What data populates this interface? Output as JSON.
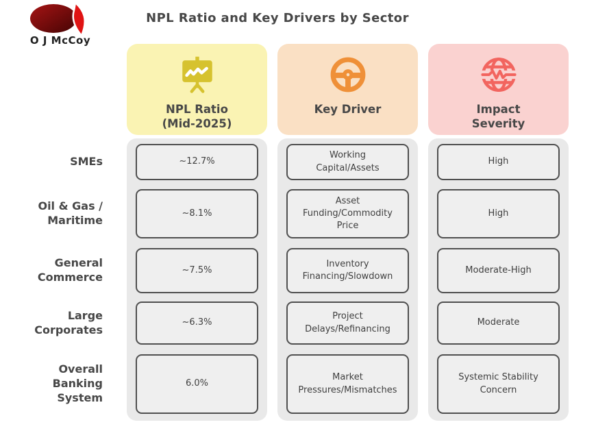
{
  "logo": {
    "text": "O J McCoy"
  },
  "title": "NPL Ratio and Key Drivers by Sector",
  "columns": [
    {
      "label": "NPL Ratio\n(Mid-2025)",
      "icon": "presentation-chart-icon"
    },
    {
      "label": "Key Driver",
      "icon": "steering-wheel-icon"
    },
    {
      "label": "Impact\nSeverity",
      "icon": "globe-pulse-icon"
    }
  ],
  "rows": [
    {
      "label": "SMEs",
      "npl": "~12.7%",
      "driver": "Working\nCapital/Assets",
      "severity": "High"
    },
    {
      "label": "Oil & Gas /\nMaritime",
      "npl": "~8.1%",
      "driver": "Asset\nFunding/Commodity\nPrice",
      "severity": "High"
    },
    {
      "label": "General\nCommerce",
      "npl": "~7.5%",
      "driver": "Inventory\nFinancing/Slowdown",
      "severity": "Moderate-High"
    },
    {
      "label": "Large\nCorporates",
      "npl": "~6.3%",
      "driver": "Project\nDelays/Refinancing",
      "severity": "Moderate"
    },
    {
      "label": "Overall\nBanking\nSystem",
      "npl": "6.0%",
      "driver": "Market\nPressures/Mismatches",
      "severity": "Systemic Stability\nConcern"
    }
  ],
  "colors": {
    "yellow_bg": "#FAF3B3",
    "gold": "#D6C22F",
    "peach_bg": "#FAE0C4",
    "orange": "#EF9038",
    "pink_bg": "#FAD2D0",
    "coral": "#F2655F",
    "ink": "#474747",
    "track_bg": "#E9E9E9",
    "cell_bg": "#EFEFEF",
    "cell_border": "#4F4F4F",
    "logo_dark_red": "#7E0B0B",
    "logo_red": "#E01313"
  },
  "chart_data": {
    "type": "table",
    "title": "NPL Ratio and Key Drivers by Sector",
    "columns": [
      "Sector",
      "NPL Ratio (Mid-2025)",
      "Key Driver",
      "Impact Severity"
    ],
    "rows": [
      [
        "SMEs",
        "~12.7%",
        "Working Capital/Assets",
        "High"
      ],
      [
        "Oil & Gas / Maritime",
        "~8.1%",
        "Asset Funding/Commodity Price",
        "High"
      ],
      [
        "General Commerce",
        "~7.5%",
        "Inventory Financing/Slowdown",
        "Moderate-High"
      ],
      [
        "Large Corporates",
        "~6.3%",
        "Project Delays/Refinancing",
        "Moderate"
      ],
      [
        "Overall Banking System",
        "6.0%",
        "Market Pressures/Mismatches",
        "Systemic Stability Concern"
      ]
    ]
  }
}
